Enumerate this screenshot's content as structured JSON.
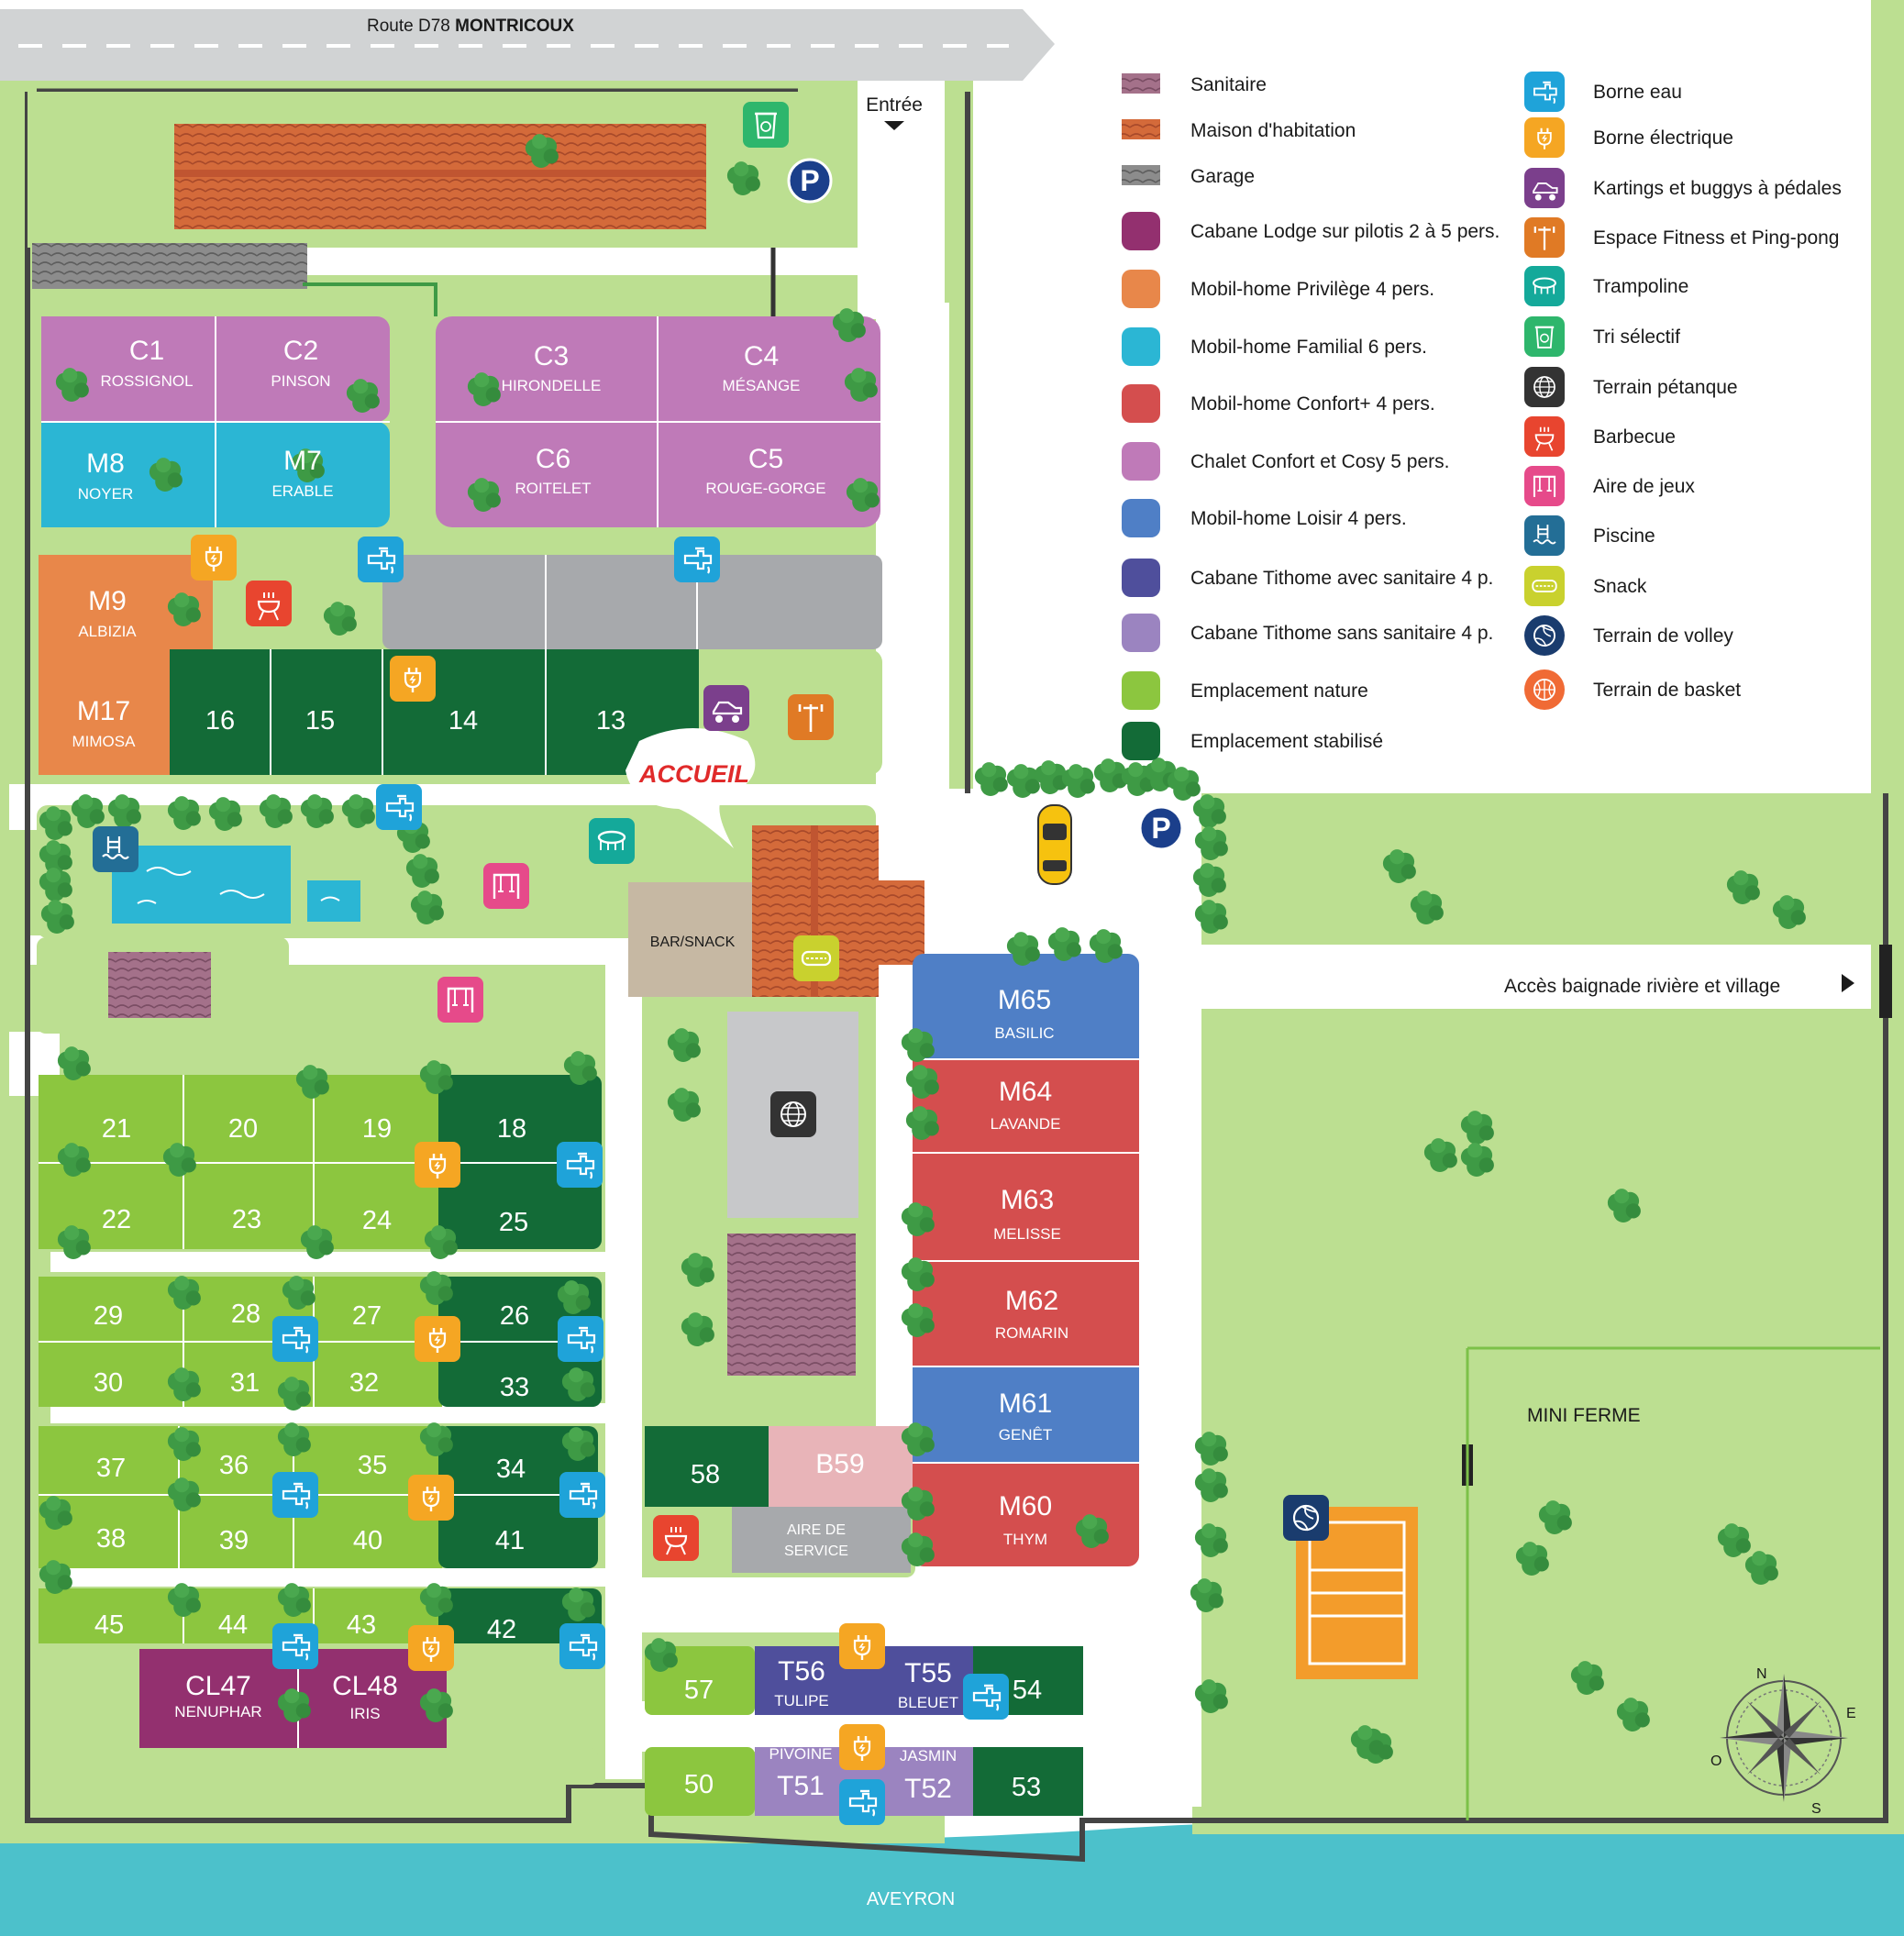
{
  "road": {
    "label_prefix": "Route D78 ",
    "label_strong": "MONTRICOUX"
  },
  "entrance": {
    "label": "Entrée"
  },
  "welcome": {
    "label": "ACCUEIL"
  },
  "bar": {
    "label": "BAR/SNACK"
  },
  "service_area": {
    "line1": "AIRE DE",
    "line2": "SERVICE"
  },
  "river_access": {
    "label": "Accès baignade rivière et village"
  },
  "mini_farm": {
    "label": "MINI FERME"
  },
  "river": {
    "label": "AVEYRON"
  },
  "compass": {
    "n": "N",
    "e": "E",
    "s": "S",
    "o": "O"
  },
  "legend_left": [
    {
      "label": "Sanitaire",
      "color": "#a4718a"
    },
    {
      "label": "Maison d'habitation",
      "color": "#d46a3a"
    },
    {
      "label": "Garage",
      "color": "#8c8c8c"
    },
    {
      "label": "Cabane Lodge sur pilotis 2 à 5 pers.",
      "color": "#93306f"
    },
    {
      "label": "Mobil-home Privilège 4 pers.",
      "color": "#e8874a"
    },
    {
      "label": "Mobil-home Familial 6 pers.",
      "color": "#2bb6d4"
    },
    {
      "label": "Mobil-home Confort+ 4 pers.",
      "color": "#d44e4e"
    },
    {
      "label": "Chalet Confort et Cosy 5 pers.",
      "color": "#bf7ab8"
    },
    {
      "label": "Mobil-home Loisir 4 pers.",
      "color": "#4f7fc6"
    },
    {
      "label": "Cabane Tithome avec sanitaire 4 p.",
      "color": "#4f4f9c"
    },
    {
      "label": "Cabane Tithome sans sanitaire 4 p.",
      "color": "#9b84c0"
    },
    {
      "label": "Emplacement nature",
      "color": "#8cc63f"
    },
    {
      "label": "Emplacement stabilisé",
      "color": "#136b37"
    }
  ],
  "legend_right": [
    {
      "label": "Borne eau",
      "color": "#1fa3d9",
      "icon": "water-tap-icon"
    },
    {
      "label": "Borne électrique",
      "color": "#f5a623",
      "icon": "plug-icon"
    },
    {
      "label": "Kartings et buggys à pédales",
      "color": "#7b3f8c",
      "icon": "kart-icon"
    },
    {
      "label": "Espace Fitness et Ping-pong",
      "color": "#e07a25",
      "icon": "fitness-icon"
    },
    {
      "label": "Trampoline",
      "color": "#14a99a",
      "icon": "trampoline-icon"
    },
    {
      "label": "Tri sélectif",
      "color": "#2eb66c",
      "icon": "recycling-icon"
    },
    {
      "label": "Terrain pétanque",
      "color": "#333333",
      "icon": "petanque-icon"
    },
    {
      "label": "Barbecue",
      "color": "#e8452f",
      "icon": "barbecue-icon"
    },
    {
      "label": "Aire de jeux",
      "color": "#e64a8a",
      "icon": "playground-icon"
    },
    {
      "label": "Piscine",
      "color": "#236e96",
      "icon": "pool-icon"
    },
    {
      "label": "Snack",
      "color": "#c9d12e",
      "icon": "snack-icon"
    },
    {
      "label": "Terrain de volley",
      "color": "#1a3c6e",
      "icon": "volleyball-icon"
    },
    {
      "label": "Terrain de basket",
      "color": "#f06a35",
      "icon": "basketball-icon"
    }
  ],
  "units": {
    "C1": {
      "code": "C1",
      "name": "ROSSIGNOL"
    },
    "C2": {
      "code": "C2",
      "name": "PINSON"
    },
    "C3": {
      "code": "C3",
      "name": "HIRONDELLE"
    },
    "C4": {
      "code": "C4",
      "name": "MÉSANGE"
    },
    "C5": {
      "code": "C5",
      "name": "ROUGE-GORGE"
    },
    "C6": {
      "code": "C6",
      "name": "ROITELET"
    },
    "M8": {
      "code": "M8",
      "name": "NOYER"
    },
    "M7": {
      "code": "M7",
      "name": "ERABLE"
    },
    "M9": {
      "code": "M9",
      "name": "ALBIZIA"
    },
    "M17": {
      "code": "M17",
      "name": "MIMOSA"
    },
    "M65": {
      "code": "M65",
      "name": "BASILIC"
    },
    "M64": {
      "code": "M64",
      "name": "LAVANDE"
    },
    "M63": {
      "code": "M63",
      "name": "MELISSE"
    },
    "M62": {
      "code": "M62",
      "name": "ROMARIN"
    },
    "M61": {
      "code": "M61",
      "name": "GENÊT"
    },
    "M60": {
      "code": "M60",
      "name": "THYM"
    },
    "CL47": {
      "code": "CL47",
      "name": "NENUPHAR"
    },
    "CL48": {
      "code": "CL48",
      "name": "IRIS"
    },
    "T56": {
      "code": "T56",
      "name": "TULIPE"
    },
    "T55": {
      "code": "T55",
      "name": "BLEUET"
    },
    "T51": {
      "code": "T51",
      "name": "PIVOINE"
    },
    "T52": {
      "code": "T52",
      "name": "JASMIN"
    },
    "B59": {
      "code": "B59"
    }
  },
  "pitches": [
    "13",
    "14",
    "15",
    "16",
    "18",
    "19",
    "20",
    "21",
    "22",
    "23",
    "24",
    "25",
    "26",
    "27",
    "28",
    "29",
    "30",
    "31",
    "32",
    "33",
    "34",
    "35",
    "36",
    "37",
    "38",
    "39",
    "40",
    "41",
    "42",
    "43",
    "44",
    "45",
    "50",
    "53",
    "54",
    "57",
    "58"
  ]
}
